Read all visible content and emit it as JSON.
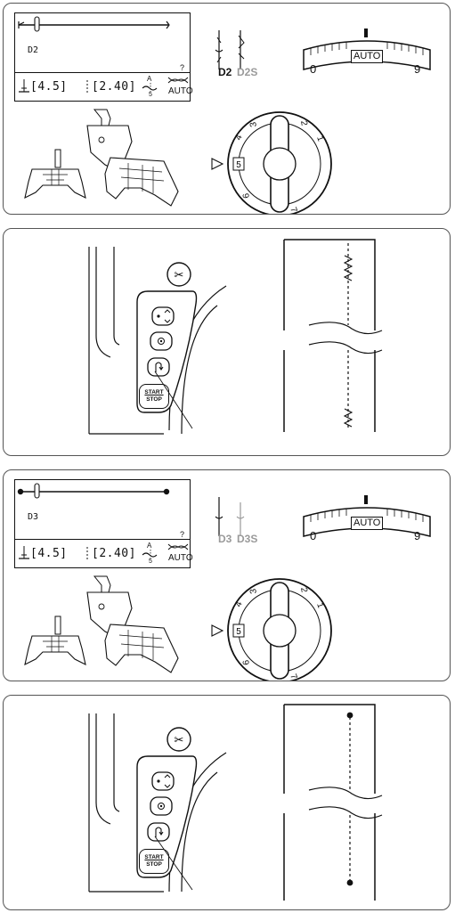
{
  "panel1": {
    "lcd": {
      "code": "D2",
      "help": "?",
      "foot_width": "[4.5]",
      "foot_length": "[2.40]",
      "tension_top": "A",
      "tension_bottom": "5",
      "auto_label": "AUTO"
    },
    "stitch_labels": [
      "D2",
      "D2S"
    ],
    "tension_dial": {
      "auto": "AUTO",
      "min": "0",
      "max": "9"
    },
    "presser_dial_value": "5"
  },
  "panel2": {
    "start_stop": [
      "START",
      "STOP"
    ]
  },
  "panel3": {
    "lcd": {
      "code": "D3",
      "help": "?",
      "foot_width": "[4.5]",
      "foot_length": "[2.40]",
      "tension_top": "A",
      "tension_bottom": "5",
      "auto_label": "AUTO"
    },
    "stitch_labels": [
      "D3",
      "D3S"
    ],
    "tension_dial": {
      "auto": "AUTO",
      "min": "0",
      "max": "9"
    },
    "presser_dial_value": "5"
  },
  "panel4": {
    "start_stop": [
      "START",
      "STOP"
    ]
  },
  "colors": {
    "line": "#111111",
    "muted_label": "#9a9a9a"
  }
}
